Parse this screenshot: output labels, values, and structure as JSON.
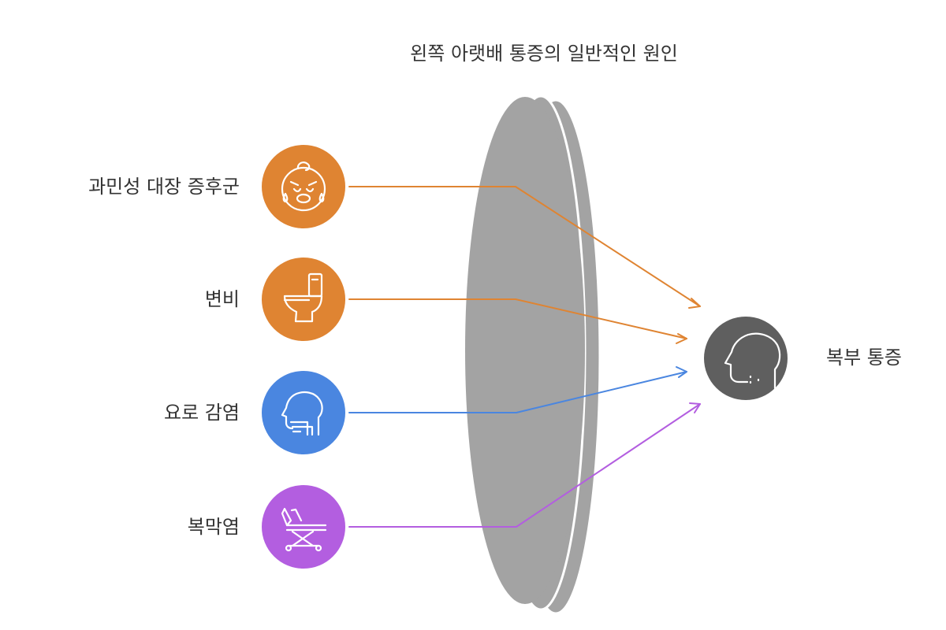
{
  "title": "왼쪽 아랫배 통증의 일반적인 원인",
  "causes": [
    {
      "label": "과민성 대장 증후군",
      "icon": "crying-baby-icon",
      "color": "#DF8432"
    },
    {
      "label": "변비",
      "icon": "toilet-icon",
      "color": "#DF8432"
    },
    {
      "label": "요로 감염",
      "icon": "throat-profile-icon",
      "color": "#4A86E0"
    },
    {
      "label": "복막염",
      "icon": "hospital-bed-icon",
      "color": "#B35EE0"
    }
  ],
  "result": {
    "label": "복부 통증",
    "icon": "head-profile-icon",
    "color": "#5F5F5F"
  },
  "lens_color": "#A3A3A3"
}
